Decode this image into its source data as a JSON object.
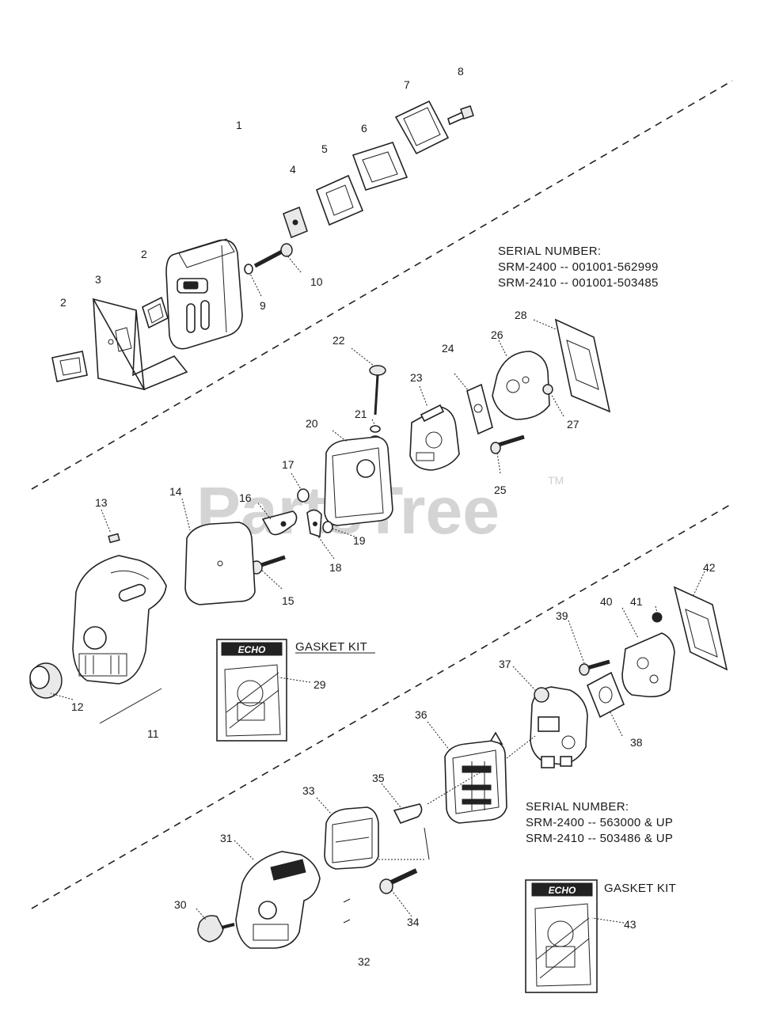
{
  "watermark": {
    "brand": "PartsTree",
    "tm": "TM"
  },
  "serial_upper": {
    "heading": "SERIAL NUMBER:",
    "line1": "SRM-2400 -- 001001-562999",
    "line2": "SRM-2410 -- 001001-503485"
  },
  "serial_lower": {
    "heading": "SERIAL NUMBER:",
    "line1": "SRM-2400 -- 563000 & UP",
    "line2": "SRM-2410 -- 503486 & UP"
  },
  "gasket_kit_upper": {
    "title": "GASKET KIT",
    "brand": "ECHO",
    "callout": "29"
  },
  "gasket_kit_lower": {
    "title": "GASKET KIT",
    "brand": "ECHO",
    "callout": "43"
  },
  "callouts": {
    "c1": "1",
    "c2a": "2",
    "c2b": "2",
    "c3": "3",
    "c4": "4",
    "c5": "5",
    "c6": "6",
    "c7": "7",
    "c8": "8",
    "c9": "9",
    "c10": "10",
    "c11": "11",
    "c12": "12",
    "c13": "13",
    "c14": "14",
    "c15": "15",
    "c16": "16",
    "c17": "17",
    "c18": "18",
    "c19": "19",
    "c20": "20",
    "c21": "21",
    "c22": "22",
    "c23": "23",
    "c24": "24",
    "c25": "25",
    "c26": "26",
    "c27": "27",
    "c28": "28",
    "c30": "30",
    "c31": "31",
    "c32": "32",
    "c33": "33",
    "c34": "34",
    "c35": "35",
    "c36": "36",
    "c37": "37",
    "c38": "38",
    "c39": "39",
    "c40": "40",
    "c41": "41",
    "c42": "42"
  }
}
